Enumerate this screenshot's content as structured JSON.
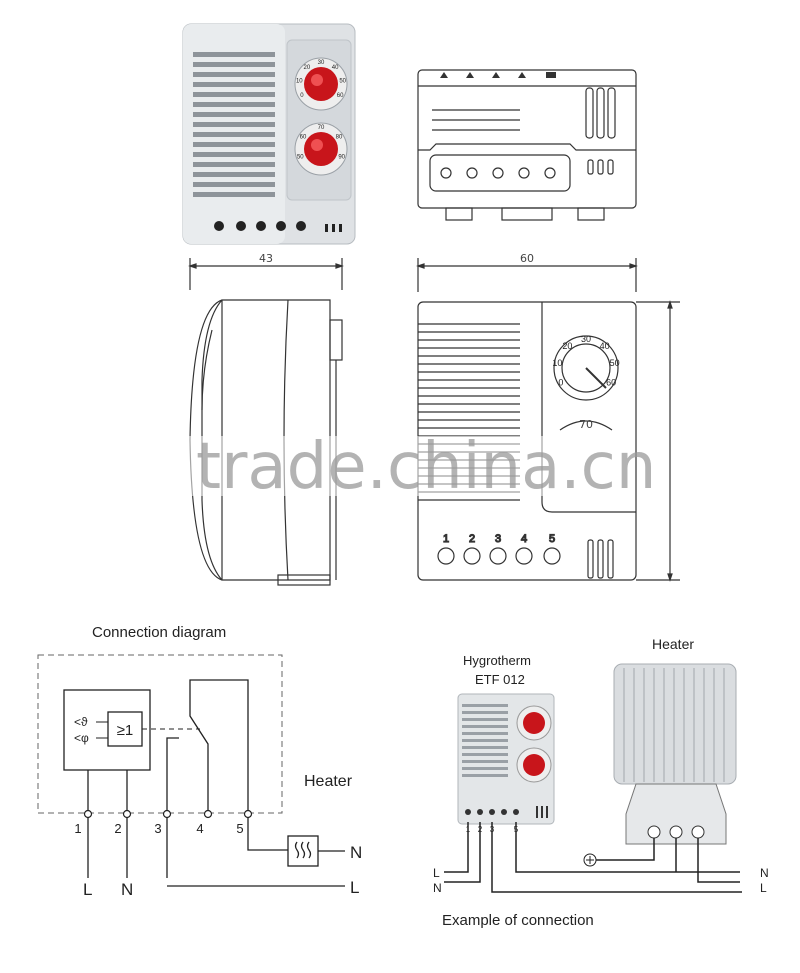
{
  "photo": {
    "dial_top_scale": [
      "0",
      "10",
      "20",
      "30",
      "40",
      "50",
      "60"
    ],
    "dial_bottom_scale": [
      "50",
      "60",
      "70",
      "80",
      "90"
    ]
  },
  "dimensions": {
    "width_side": "43",
    "width_front": "60"
  },
  "front_view": {
    "dial_scale": [
      "0",
      "10",
      "20",
      "30",
      "40",
      "50",
      "60"
    ],
    "dial_bottom_value": "70",
    "terminals": [
      "1",
      "2",
      "3",
      "4",
      "5"
    ]
  },
  "watermark": "trade.china.cn",
  "connection_diagram": {
    "title": "Connection diagram",
    "box_symbols": [
      "<ϑ",
      "<φ"
    ],
    "logic_symbol": "≥1",
    "heater_label": "Heater",
    "terminals": [
      "1",
      "2",
      "3",
      "4",
      "5"
    ],
    "bottom_labels": [
      "L",
      "N"
    ],
    "right_labels": [
      "N",
      "L"
    ]
  },
  "example": {
    "device_name": "Hygrotherm",
    "device_model": "ETF 012",
    "heater_label": "Heater",
    "terminals": [
      "1",
      "2",
      "3",
      "5"
    ],
    "left_labels": [
      "L",
      "N"
    ],
    "right_labels": [
      "N",
      "L"
    ],
    "caption": "Example of connection"
  }
}
